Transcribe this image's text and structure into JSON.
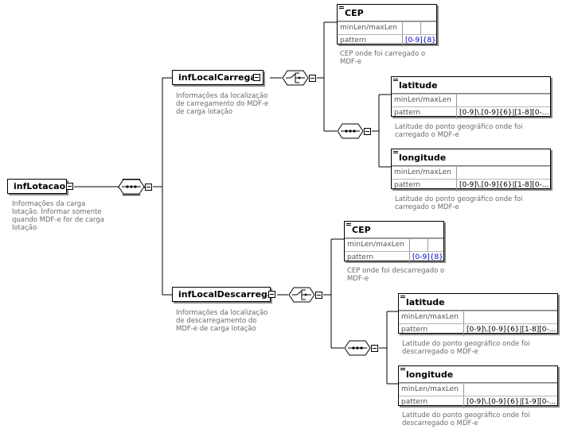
{
  "root": {
    "name": "infLotacao",
    "description": "Informações da carga lotação. Informar somente quando MDF-e for de carga lotação"
  },
  "load_location": {
    "name": "infLocalCarrega",
    "description": "Informações da localização de carregamento do MDF-e de carga lotação",
    "cep": {
      "name": "CEP",
      "minmax_label": "minLen/maxLen",
      "minmax_value": "",
      "pattern_label": "pattern",
      "pattern_value": "[0-9]{8}",
      "description": "CEP onde foi carregado o MDF-e"
    },
    "latitude": {
      "name": "latitude",
      "minmax_label": "minLen/maxLen",
      "minmax_value": "",
      "pattern_label": "pattern",
      "pattern_value": "[0-9]\\.[0-9]{6}|[1-8][0-...",
      "description": "Latitude do ponto geográfico onde foi carregado o MDF-e"
    },
    "longitude": {
      "name": "longitude",
      "minmax_label": "minLen/maxLen",
      "minmax_value": "",
      "pattern_label": "pattern",
      "pattern_value": "[0-9]\\.[0-9]{6}|[1-8][0-...",
      "description": "Latitude do ponto geográfico onde foi carregado o MDF-e"
    }
  },
  "unload_location": {
    "name": "infLocalDescarrega",
    "description": "Informações da localização de descarregamento do MDF-e de carga lotação",
    "cep": {
      "name": "CEP",
      "minmax_label": "minLen/maxLen",
      "minmax_value": "",
      "pattern_label": "pattern",
      "pattern_value": "[0-9]{8}",
      "description": "CEP onde foi descarregado o MDF-e"
    },
    "latitude": {
      "name": "latitude",
      "minmax_label": "minLen/maxLen",
      "minmax_value": "",
      "pattern_label": "pattern",
      "pattern_value": "[0-9]\\.[0-9]{6}|[1-8][0-...",
      "description": "Latitude do ponto geográfico onde foi descarregado o MDF-e"
    },
    "longitude": {
      "name": "longitude",
      "minmax_label": "minLen/maxLen",
      "minmax_value": "",
      "pattern_label": "pattern",
      "pattern_value": "[0-9]\\.[0-9]{6}|[1-9][0-...",
      "description": "Latitude do ponto geográfico onde foi descarregado o MDF-e"
    }
  },
  "colors": {
    "line": "#000000",
    "description_text": "#6b6b6b",
    "pattern_highlight": "#0000c8",
    "shadow": "#8a8a8a"
  },
  "icons": {
    "sequence": "sequence-compositor-icon",
    "choice": "choice-compositor-icon",
    "collapse": "collapse-toggle-icon",
    "simple_type": "simple-type-icon"
  }
}
